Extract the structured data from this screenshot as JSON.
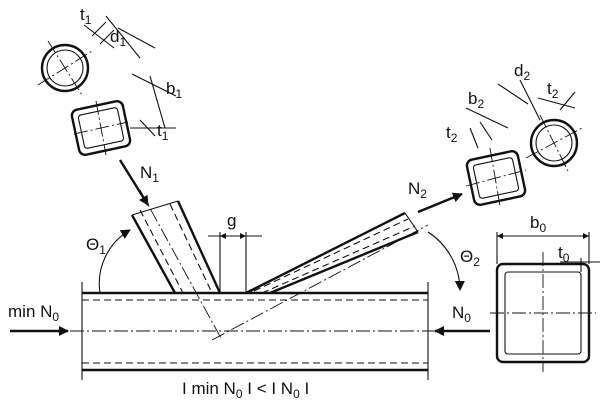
{
  "labels": {
    "t1_top": {
      "main": "t",
      "sub": "1"
    },
    "d1": {
      "main": "d",
      "sub": "1"
    },
    "b1": {
      "main": "b",
      "sub": "1"
    },
    "t1_bottom": {
      "main": "t",
      "sub": "1"
    },
    "N1": {
      "main": "N",
      "sub": "1"
    },
    "theta1": {
      "main": "Θ",
      "sub": "1"
    },
    "g": {
      "main": "g"
    },
    "N2": {
      "main": "N",
      "sub": "2"
    },
    "theta2": {
      "main": "Θ",
      "sub": "2"
    },
    "b2": {
      "main": "b",
      "sub": "2"
    },
    "d2": {
      "main": "d",
      "sub": "2"
    },
    "t2_top": {
      "main": "t",
      "sub": "2"
    },
    "t2_left": {
      "main": "t",
      "sub": "2"
    },
    "b0": {
      "main": "b",
      "sub": "0"
    },
    "t0": {
      "main": "t",
      "sub": "0"
    },
    "minN0": {
      "main": "min N",
      "sub": "0"
    },
    "N0": {
      "main": "N",
      "sub": "0"
    },
    "condition": {
      "p1": "I min N",
      "s1": "0",
      "p2": " I < I N",
      "s2": "0",
      "p3": " I"
    }
  }
}
